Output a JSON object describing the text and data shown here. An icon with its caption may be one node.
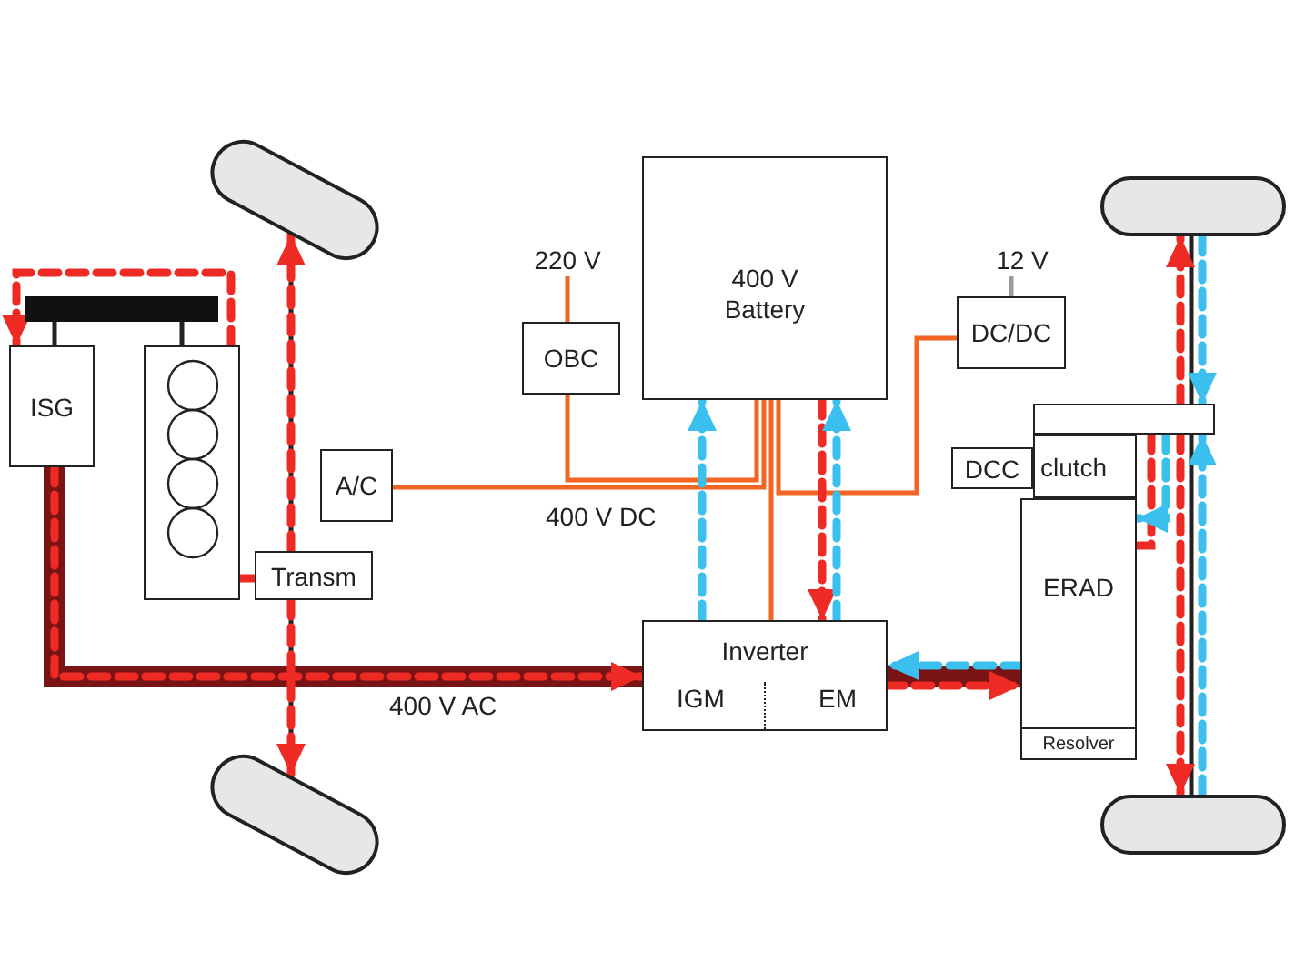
{
  "diagram": {
    "nodes": [
      {
        "text": [],
        "shape": "wheel"
      },
      {
        "text": [],
        "shape": "bar"
      },
      {
        "text": [
          "ISG"
        ]
      },
      {
        "text": [],
        "shape": "box"
      },
      {
        "text": [
          "Transm"
        ]
      },
      {
        "text": [],
        "shape": "wheel"
      },
      {
        "text": [
          "A/C"
        ]
      },
      {
        "text": [
          "OBC"
        ]
      },
      {
        "text": [
          "400 V Battery"
        ]
      },
      {
        "text": [
          "DC/DC"
        ]
      },
      {
        "text": [
          "Inverter",
          "IGM",
          "EM"
        ]
      },
      {
        "text": [],
        "shape": "wheel"
      },
      {
        "text": [],
        "shape": "box"
      },
      {
        "text": [
          "DCC"
        ]
      },
      {
        "text": [
          "clutch"
        ]
      },
      {
        "text": [
          "ERAD",
          "Resolver"
        ]
      },
      {
        "text": [],
        "shape": "wheel"
      },
      {
        "text": [
          "220 V"
        ]
      },
      {
        "text": [
          "12 V"
        ]
      }
    ],
    "edges": [
      {
        "from": 17,
        "to": 7,
        "arrow": "none",
        "color": "#f26522"
      },
      {
        "from": 6,
        "to": 8,
        "arrow": "none",
        "color": "#f26522"
      },
      {
        "from": 7,
        "to": 8,
        "arrow": "none",
        "color": "#f26522"
      },
      {
        "from": 8,
        "to": 10,
        "arrow": "none",
        "color": "#f26522"
      },
      {
        "from": 8,
        "to": 9,
        "arrow": "none",
        "color": "#f26522"
      },
      {
        "from": 18,
        "to": 9,
        "arrow": "none",
        "color": "#9a9a9a"
      },
      {
        "from": 2,
        "to": 10,
        "arrow": "none",
        "style": "thick",
        "color": "#7a1414"
      },
      {
        "from": 10,
        "to": 15,
        "arrow": "none",
        "style": "thick",
        "color": "#7a1414"
      },
      {
        "from": 1,
        "to": 2,
        "arrow": "none",
        "color": "#222222"
      },
      {
        "from": 1,
        "to": 3,
        "arrow": "none",
        "color": "#222222"
      },
      {
        "from": 0,
        "to": 4,
        "arrow": "none",
        "color": "#222222"
      },
      {
        "from": 4,
        "to": 5,
        "arrow": "none",
        "color": "#222222"
      },
      {
        "from": 11,
        "to": 12,
        "arrow": "none",
        "color": "#222222"
      },
      {
        "from": 12,
        "to": 16,
        "arrow": "none",
        "color": "#222222"
      },
      {
        "from": 3,
        "to": 2,
        "arrow": "to",
        "style": "dashed",
        "color": "#ee2a24"
      },
      {
        "from": 3,
        "to": 4,
        "arrow": "none",
        "style": "dashed",
        "color": "#ee2a24"
      },
      {
        "from": 4,
        "to": 0,
        "arrow": "to",
        "style": "dashed",
        "color": "#ee2a24"
      },
      {
        "from": 4,
        "to": 5,
        "arrow": "to",
        "style": "dashed",
        "color": "#ee2a24"
      },
      {
        "from": 2,
        "to": 10,
        "arrow": "to",
        "style": "dashed",
        "color": "#ee2a24"
      },
      {
        "from": 8,
        "to": 10,
        "arrow": "to",
        "style": "dashed",
        "color": "#ee2a24"
      },
      {
        "from": 10,
        "to": 8,
        "arrow": "to",
        "style": "dashed",
        "color": "#3bbfef"
      },
      {
        "from": 10,
        "to": 8,
        "arrow": "to",
        "style": "dashed",
        "color": "#3bbfef"
      },
      {
        "from": 10,
        "to": 15,
        "arrow": "to",
        "style": "dashed",
        "color": "#ee2a24"
      },
      {
        "from": 15,
        "to": 10,
        "arrow": "to",
        "style": "dashed",
        "color": "#3bbfef"
      },
      {
        "from": 15,
        "to": 12,
        "arrow": "none",
        "style": "dashed",
        "color": "#ee2a24"
      },
      {
        "from": 12,
        "to": 11,
        "arrow": "to",
        "style": "dashed",
        "color": "#ee2a24"
      },
      {
        "from": 12,
        "to": 16,
        "arrow": "to",
        "style": "dashed",
        "color": "#ee2a24"
      },
      {
        "from": 11,
        "to": 12,
        "arrow": "to",
        "style": "dashed",
        "color": "#3bbfef"
      },
      {
        "from": 16,
        "to": 12,
        "arrow": "to",
        "style": "dashed",
        "color": "#3bbfef"
      },
      {
        "from": 12,
        "to": 15,
        "arrow": "to",
        "style": "dashed",
        "color": "#3bbfef"
      }
    ],
    "labels": [
      "400 V DC",
      "400 V AC"
    ]
  }
}
